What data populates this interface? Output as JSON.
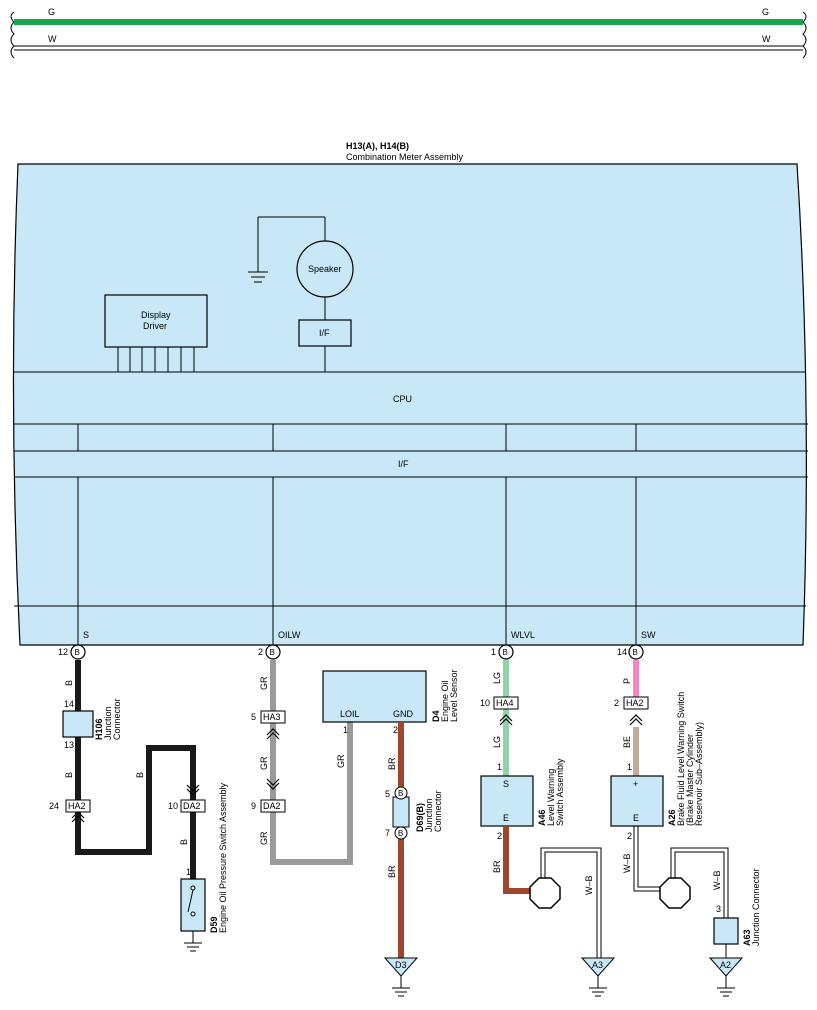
{
  "colors": {
    "meter_fill": "#c8e8f8",
    "wire_G": "#1aa54b",
    "wire_B": "#1a1a1a",
    "wire_GR": "#9a9a9a",
    "wire_BR": "#a0462a",
    "wire_LG": "#8fd3a8",
    "wire_P": "#f088c0",
    "wire_BE": "#c2ae98"
  },
  "top_bus": {
    "g_left": "G",
    "g_right": "G",
    "w_left": "W",
    "w_right": "W"
  },
  "meter": {
    "code": "H13(A), H14(B)",
    "name": "Combination Meter Assembly",
    "speaker": "Speaker",
    "if_small": "I/F",
    "display_driver_line1": "Display",
    "display_driver_line2": "Driver",
    "cpu": "CPU",
    "if_bus": "I/F",
    "term_s": "S",
    "term_oilw": "OILW",
    "term_wlvl": "WLVL",
    "term_sw": "SW"
  },
  "pins": {
    "p12": "12",
    "p2": "2",
    "p1": "1",
    "p14": "14",
    "h106_top": "14",
    "h106_bot": "13",
    "ha3": "5",
    "da2_left": "9",
    "da2_right": "10",
    "ha2_24": "24",
    "ha4": "10",
    "ha2_2": "2",
    "d4_1": "1",
    "d4_2": "2",
    "d69_5": "5",
    "d69_7": "7",
    "a46_1": "1",
    "a46_2": "2",
    "a26_1": "1",
    "a26_2": "2",
    "d59_1": "1",
    "a63_3": "3",
    "b": "B"
  },
  "wires": {
    "b1": "B",
    "b2": "B",
    "b3": "B",
    "b4": "B",
    "gr1": "GR",
    "gr2": "GR",
    "gr3": "GR",
    "gr4": "GR",
    "br1": "BR",
    "br2": "BR",
    "br3": "BR",
    "lg1": "LG",
    "lg2": "LG",
    "p": "P",
    "be": "BE",
    "wb1": "W–B",
    "wb2": "W–B",
    "wb3": "W–B"
  },
  "connectors": {
    "ha3": "HA3",
    "da2_left": "DA2",
    "da2_right": "DA2",
    "ha2_left": "HA2",
    "ha4": "HA4",
    "ha2_right": "HA2"
  },
  "components": {
    "h106_code": "H106",
    "h106_name1": "Junction",
    "h106_name2": "Connector",
    "d59_code": "D59",
    "d59_name": "Engine Oil Pressure Switch Assembly",
    "d4_code": "D4",
    "d4_name1": "Engine Oil",
    "d4_name2": "Level Sensor",
    "d4_loil": "LOIL",
    "d4_gnd": "GND",
    "d69_code": "D69(B)",
    "d69_name1": "Junction",
    "d69_name2": "Connector",
    "a46_code": "A46",
    "a46_name1": "Level Warning",
    "a46_name2": "Switch Assembly",
    "a46_s": "S",
    "a46_e": "E",
    "a26_code": "A26",
    "a26_name1": "Brake Fluid Level Warning Switch",
    "a26_name2": "(Brake Master Cylinder",
    "a26_name3": "Reservoir Sub–Assembly)",
    "a26_plus": "+",
    "a26_e": "E",
    "a63_code": "A63",
    "a63_name": "Junction Connector"
  },
  "grounds": {
    "d3": "D3",
    "a3": "A3",
    "a2": "A2"
  }
}
